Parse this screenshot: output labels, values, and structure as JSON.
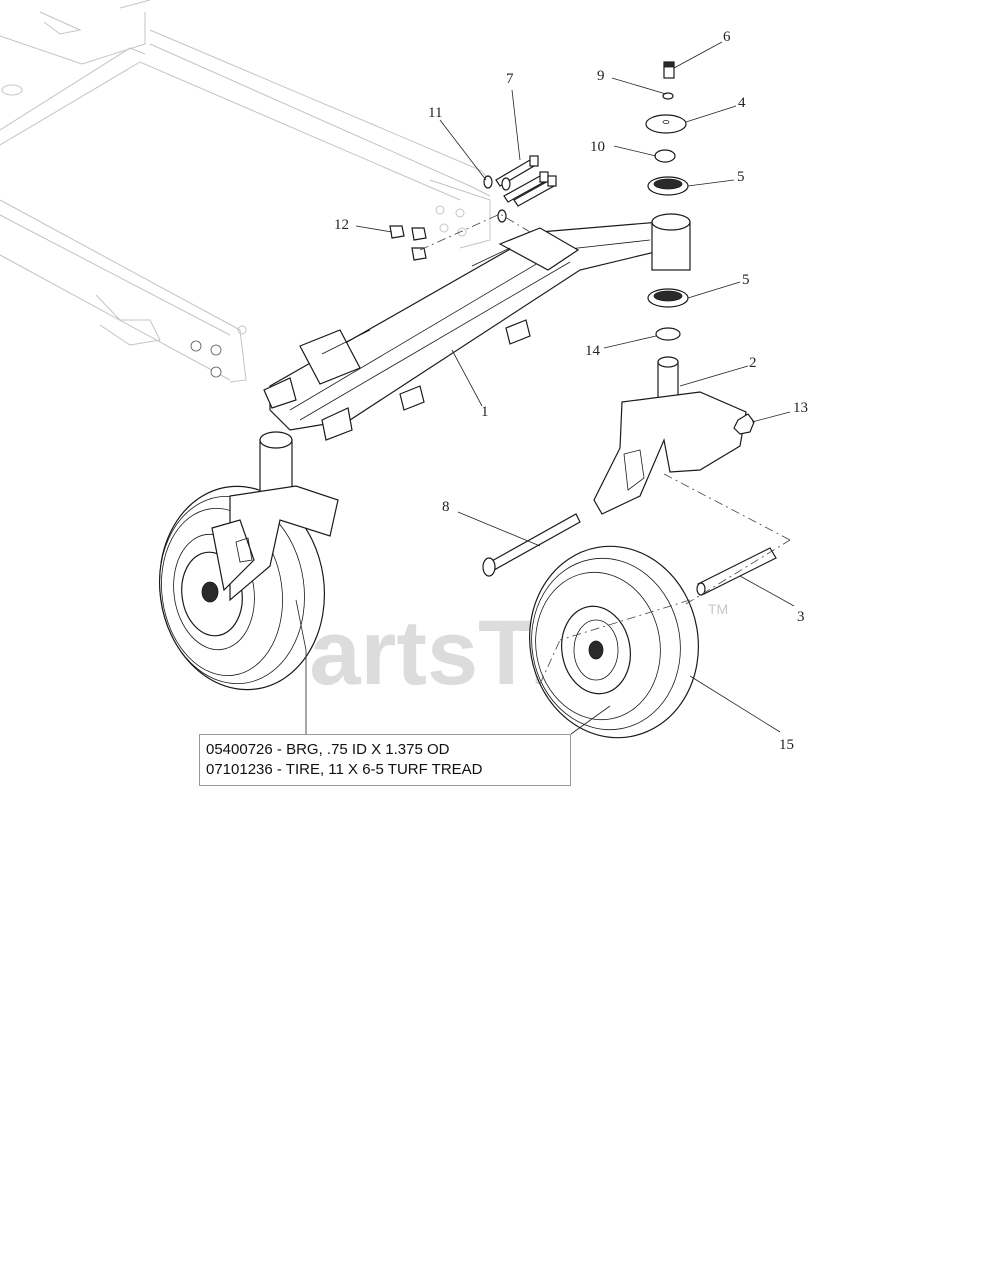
{
  "callouts": {
    "c1": "1",
    "c2": "2",
    "c3": "3",
    "c4": "4",
    "c5a": "5",
    "c5b": "5",
    "c6": "6",
    "c7": "7",
    "c8": "8",
    "c9": "9",
    "c10": "10",
    "c11": "11",
    "c12": "12",
    "c13": "13",
    "c14": "14",
    "c15": "15"
  },
  "watermark": {
    "text": "PartsTree",
    "tm": "TM"
  },
  "notes": [
    "05400726 - BRG, .75 ID X 1.375 OD",
    "07101236 - TIRE, 11 X 6-5 TURF TREAD"
  ]
}
